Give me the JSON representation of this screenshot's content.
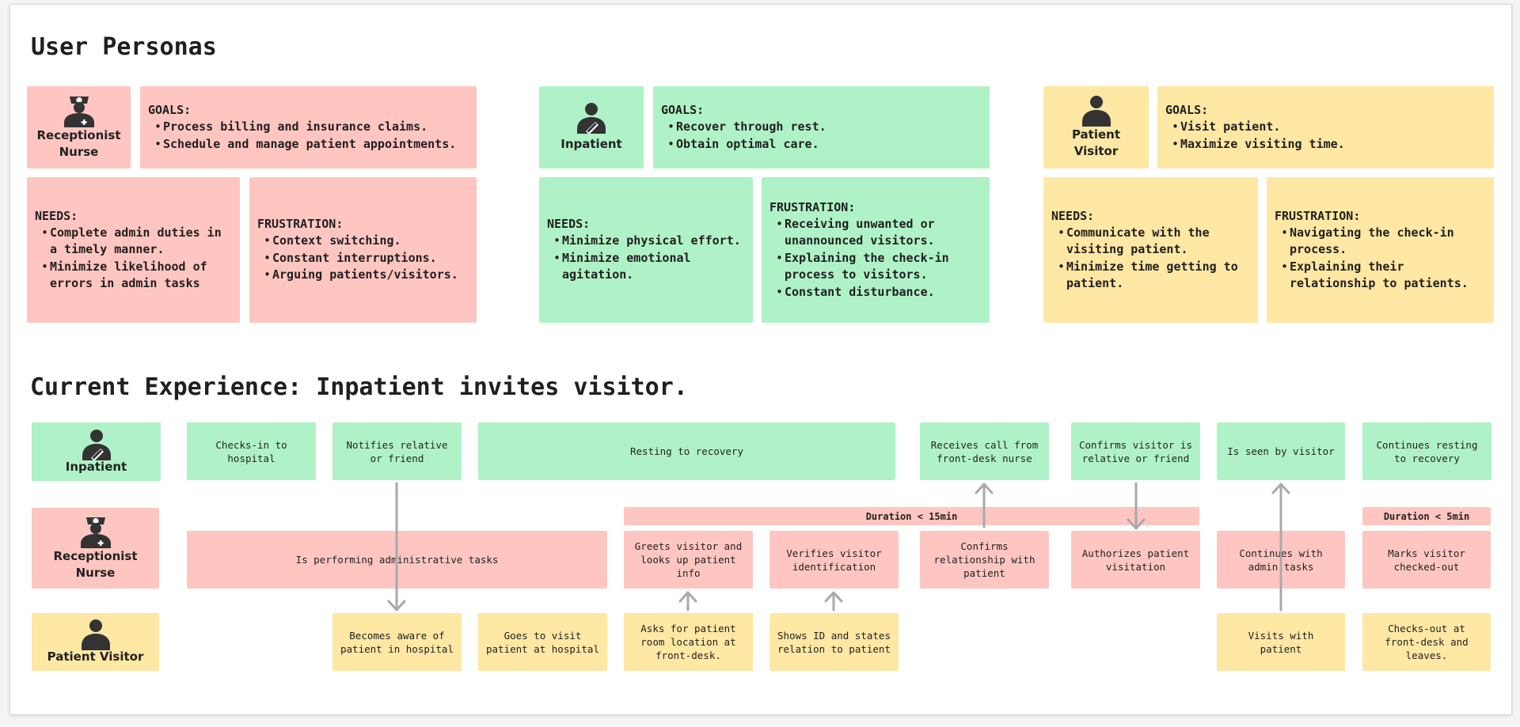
{
  "personas_section": {
    "title": "User Personas",
    "personas": [
      {
        "name": "Receptionist Nurse",
        "icon": "nurse-icon",
        "color": "#ffc6c1",
        "goals_label": "GOALS:",
        "goals": [
          "Process billing and insurance claims.",
          "Schedule and manage patient appointments."
        ],
        "needs_label": "NEEDS:",
        "needs": [
          "Complete admin duties in a timely manner.",
          "Minimize likelihood of errors in admin tasks"
        ],
        "frustration_label": "FRUSTRATION:",
        "frustrations": [
          "Context switching.",
          "Constant interruptions.",
          "Arguing patients/visitors."
        ]
      },
      {
        "name": "Inpatient",
        "icon": "inpatient-icon",
        "color": "#b0f2c7",
        "goals_label": "GOALS:",
        "goals": [
          "Recover through rest.",
          "Obtain optimal care."
        ],
        "needs_label": "NEEDS:",
        "needs": [
          "Minimize physical effort.",
          "Minimize emotional agitation."
        ],
        "frustration_label": "FRUSTRATION:",
        "frustrations": [
          "Receiving unwanted or unannounced visitors.",
          "Explaining the check-in process to visitors.",
          "Constant disturbance."
        ]
      },
      {
        "name": "Patient Visitor",
        "icon": "visitor-icon",
        "color": "#ffe7a4",
        "goals_label": "GOALS:",
        "goals": [
          "Visit patient.",
          "Maximize visiting time."
        ],
        "needs_label": "NEEDS:",
        "needs": [
          "Communicate with the visiting patient.",
          "Minimize time getting to patient."
        ],
        "frustration_label": "FRUSTRATION:",
        "frustrations": [
          "Navigating the check-in process.",
          "Explaining their relationship to patients."
        ]
      }
    ]
  },
  "journey": {
    "title": "Current Experience: Inpatient invites visitor.",
    "lanes": {
      "inpatient": "Inpatient",
      "nurse": "Receptionist Nurse",
      "visitor": "Patient Visitor"
    },
    "inpatient_steps": [
      "Checks-in to hospital",
      "Notifies relative or friend",
      "Resting to recovery",
      "Receives call from front-desk nurse",
      "Confirms visitor is relative or friend",
      "Is seen by visitor",
      "Continues resting to recovery"
    ],
    "nurse_steps": [
      "Is performing administrative tasks",
      "Greets visitor and looks up patient info",
      "Verifies visitor identification",
      "Confirms relationship with patient",
      "Authorizes patient visitation",
      "Continues with admin tasks",
      "Marks visitor checked-out"
    ],
    "visitor_steps": [
      "Becomes aware of patient in hospital",
      "Goes to visit patient at hospital",
      "Asks for patient room location at front-desk.",
      "Shows ID and states relation to patient",
      "Visits with patient",
      "Checks-out at front-desk and leaves."
    ],
    "durations": [
      "Duration < 15min",
      "Duration < 5min"
    ]
  }
}
